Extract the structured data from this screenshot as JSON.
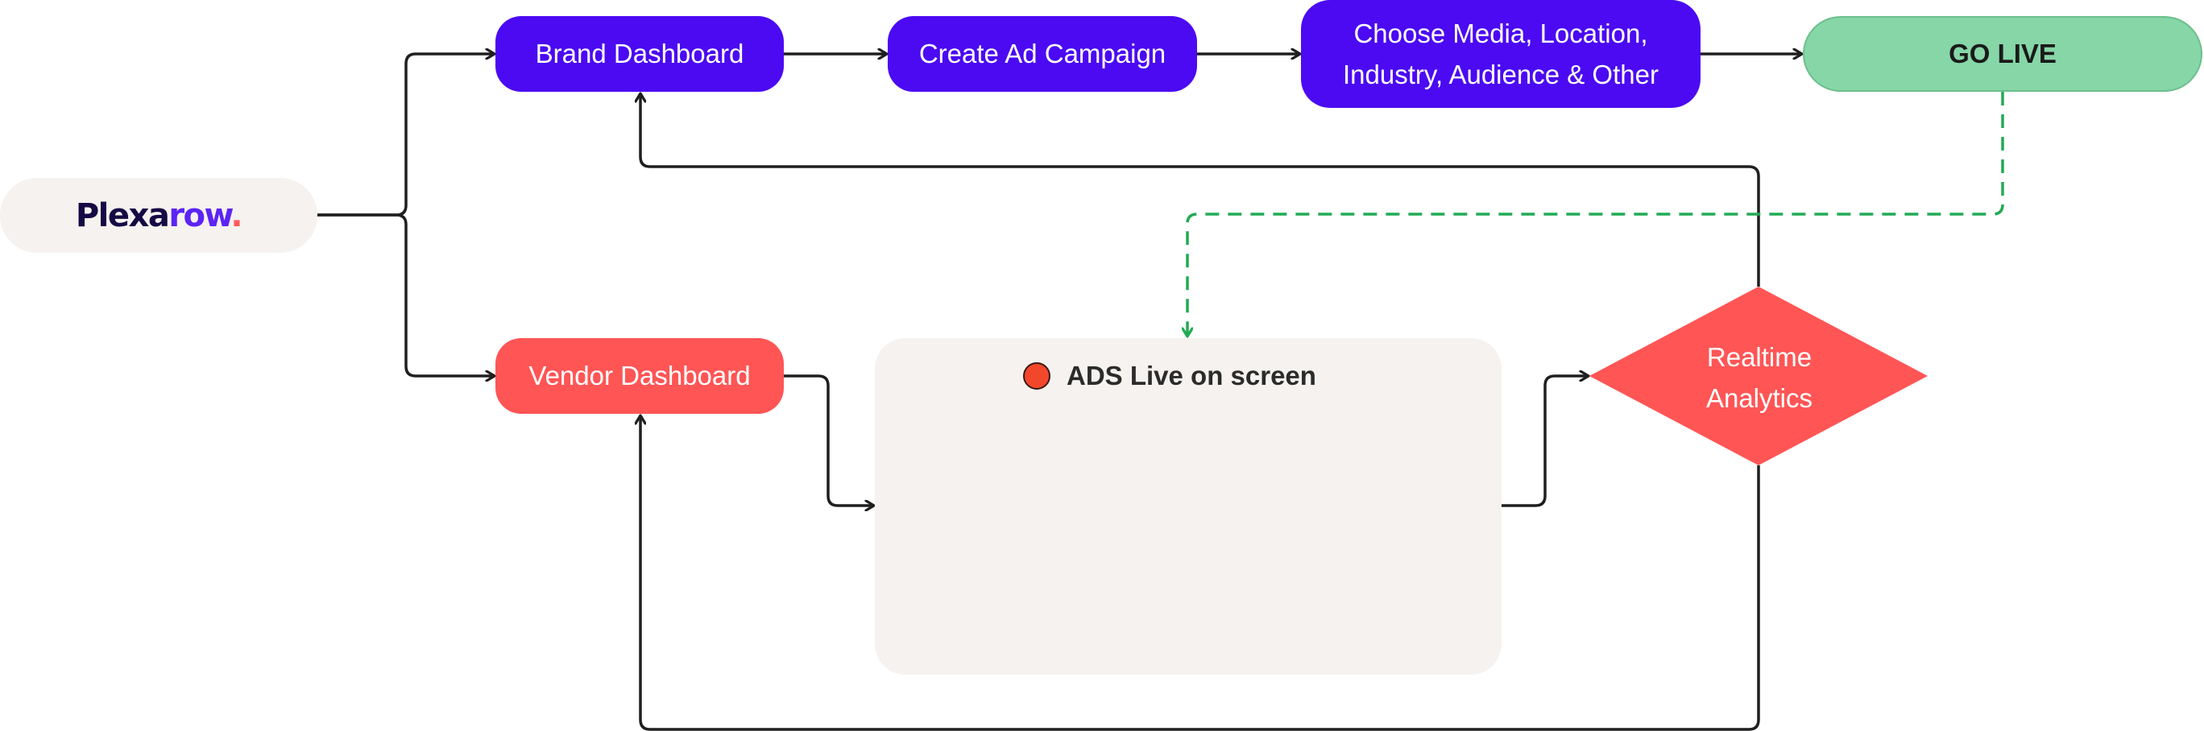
{
  "logo": {
    "text_main": "Plexa",
    "text_accent": "row",
    "text_dot": "."
  },
  "nodes": {
    "brand_dashboard": "Brand Dashboard",
    "create_ad_campaign": "Create Ad Campaign",
    "choose_media_line1": "Choose Media, Location,",
    "choose_media_line2": "Industry, Audience & Other",
    "go_live": "GO LIVE",
    "vendor_dashboard": "Vendor Dashboard",
    "ads_live": "ADS Live on screen",
    "realtime_line1": "Realtime",
    "realtime_line2": "Analytics"
  },
  "colors": {
    "brand_purple": "#4b0af2",
    "vendor_red": "#ff5555",
    "go_live_green": "#86d6a7",
    "dashed_green": "#22aa55",
    "panel_bg": "#f6f2ef",
    "line_dark": "#1f1f1f"
  }
}
